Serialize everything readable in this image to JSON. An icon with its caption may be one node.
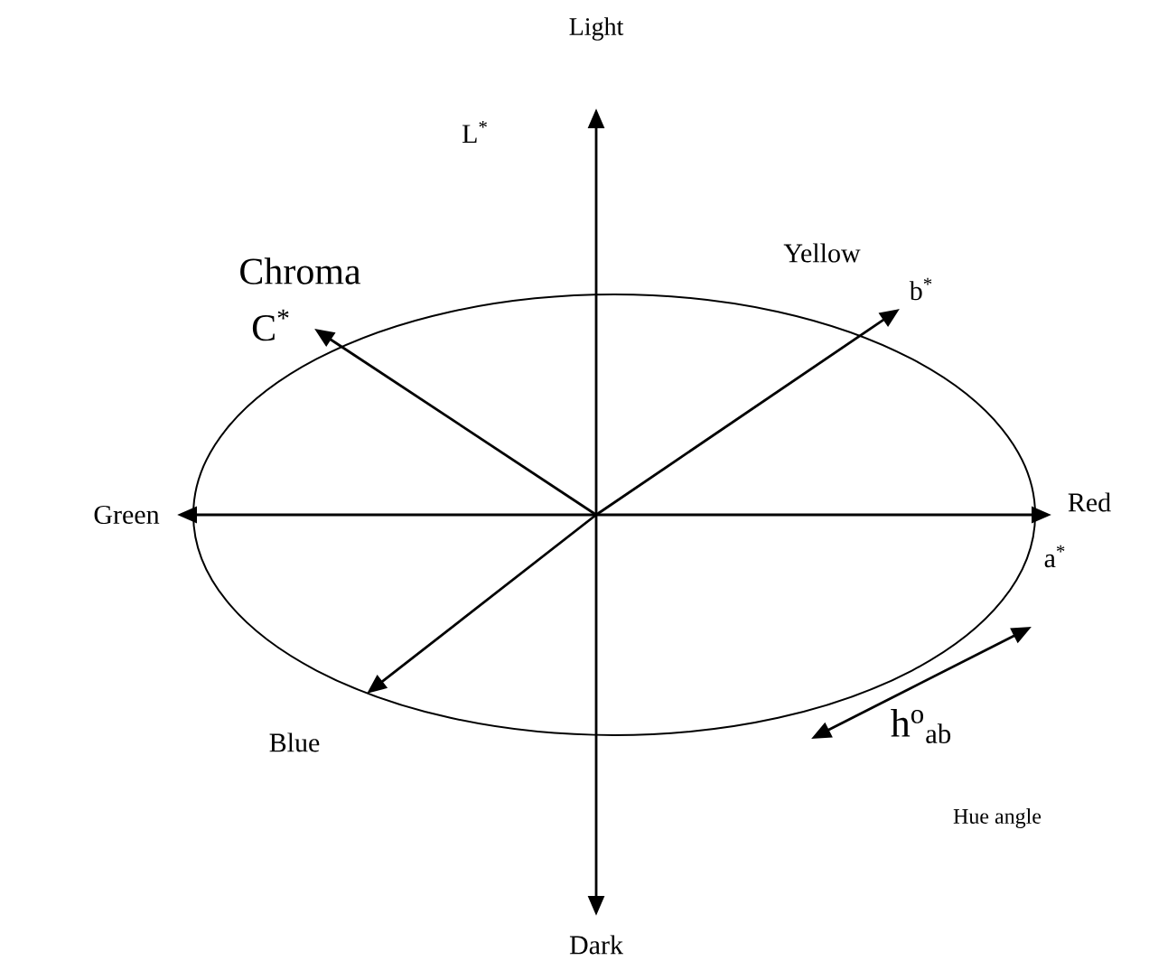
{
  "diagram": {
    "labels": [
      "Light",
      "L$^{*}$",
      "Chroma",
      "C$^{*}$",
      "Yellow",
      "b$^{*}$",
      "Green",
      "Red",
      "a$^{*}$",
      "Blue",
      "h$^{o}$$_{ab}$",
      "Hue angle",
      "Dark"
    ]
  }
}
